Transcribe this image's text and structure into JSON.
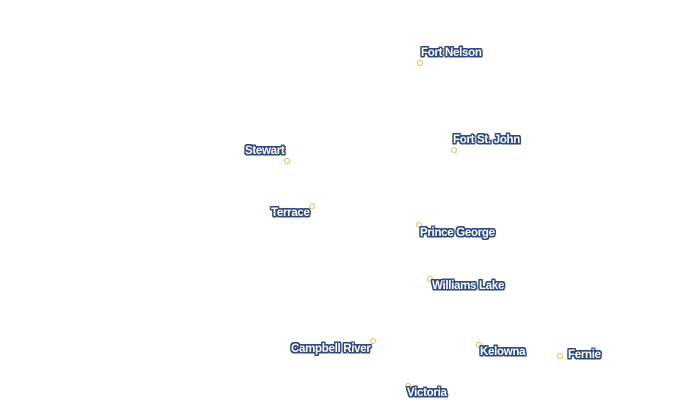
{
  "map": {
    "colors": {
      "marker": "#f2b54a",
      "label_text": "#ffffff",
      "label_halo": "#2f4a7a"
    },
    "places": [
      {
        "id": "fort-nelson",
        "name": "Fort Nelson"
      },
      {
        "id": "fort-st-john",
        "name": "Fort St. John"
      },
      {
        "id": "stewart",
        "name": "Stewart"
      },
      {
        "id": "terrace",
        "name": "Terrace"
      },
      {
        "id": "prince-george",
        "name": "Prince George"
      },
      {
        "id": "williams-lake",
        "name": "Williams Lake"
      },
      {
        "id": "campbell-river",
        "name": "Campbell River"
      },
      {
        "id": "kelowna",
        "name": "Kelowna"
      },
      {
        "id": "fernie",
        "name": "Fernie"
      },
      {
        "id": "victoria",
        "name": "Victoria"
      }
    ]
  }
}
